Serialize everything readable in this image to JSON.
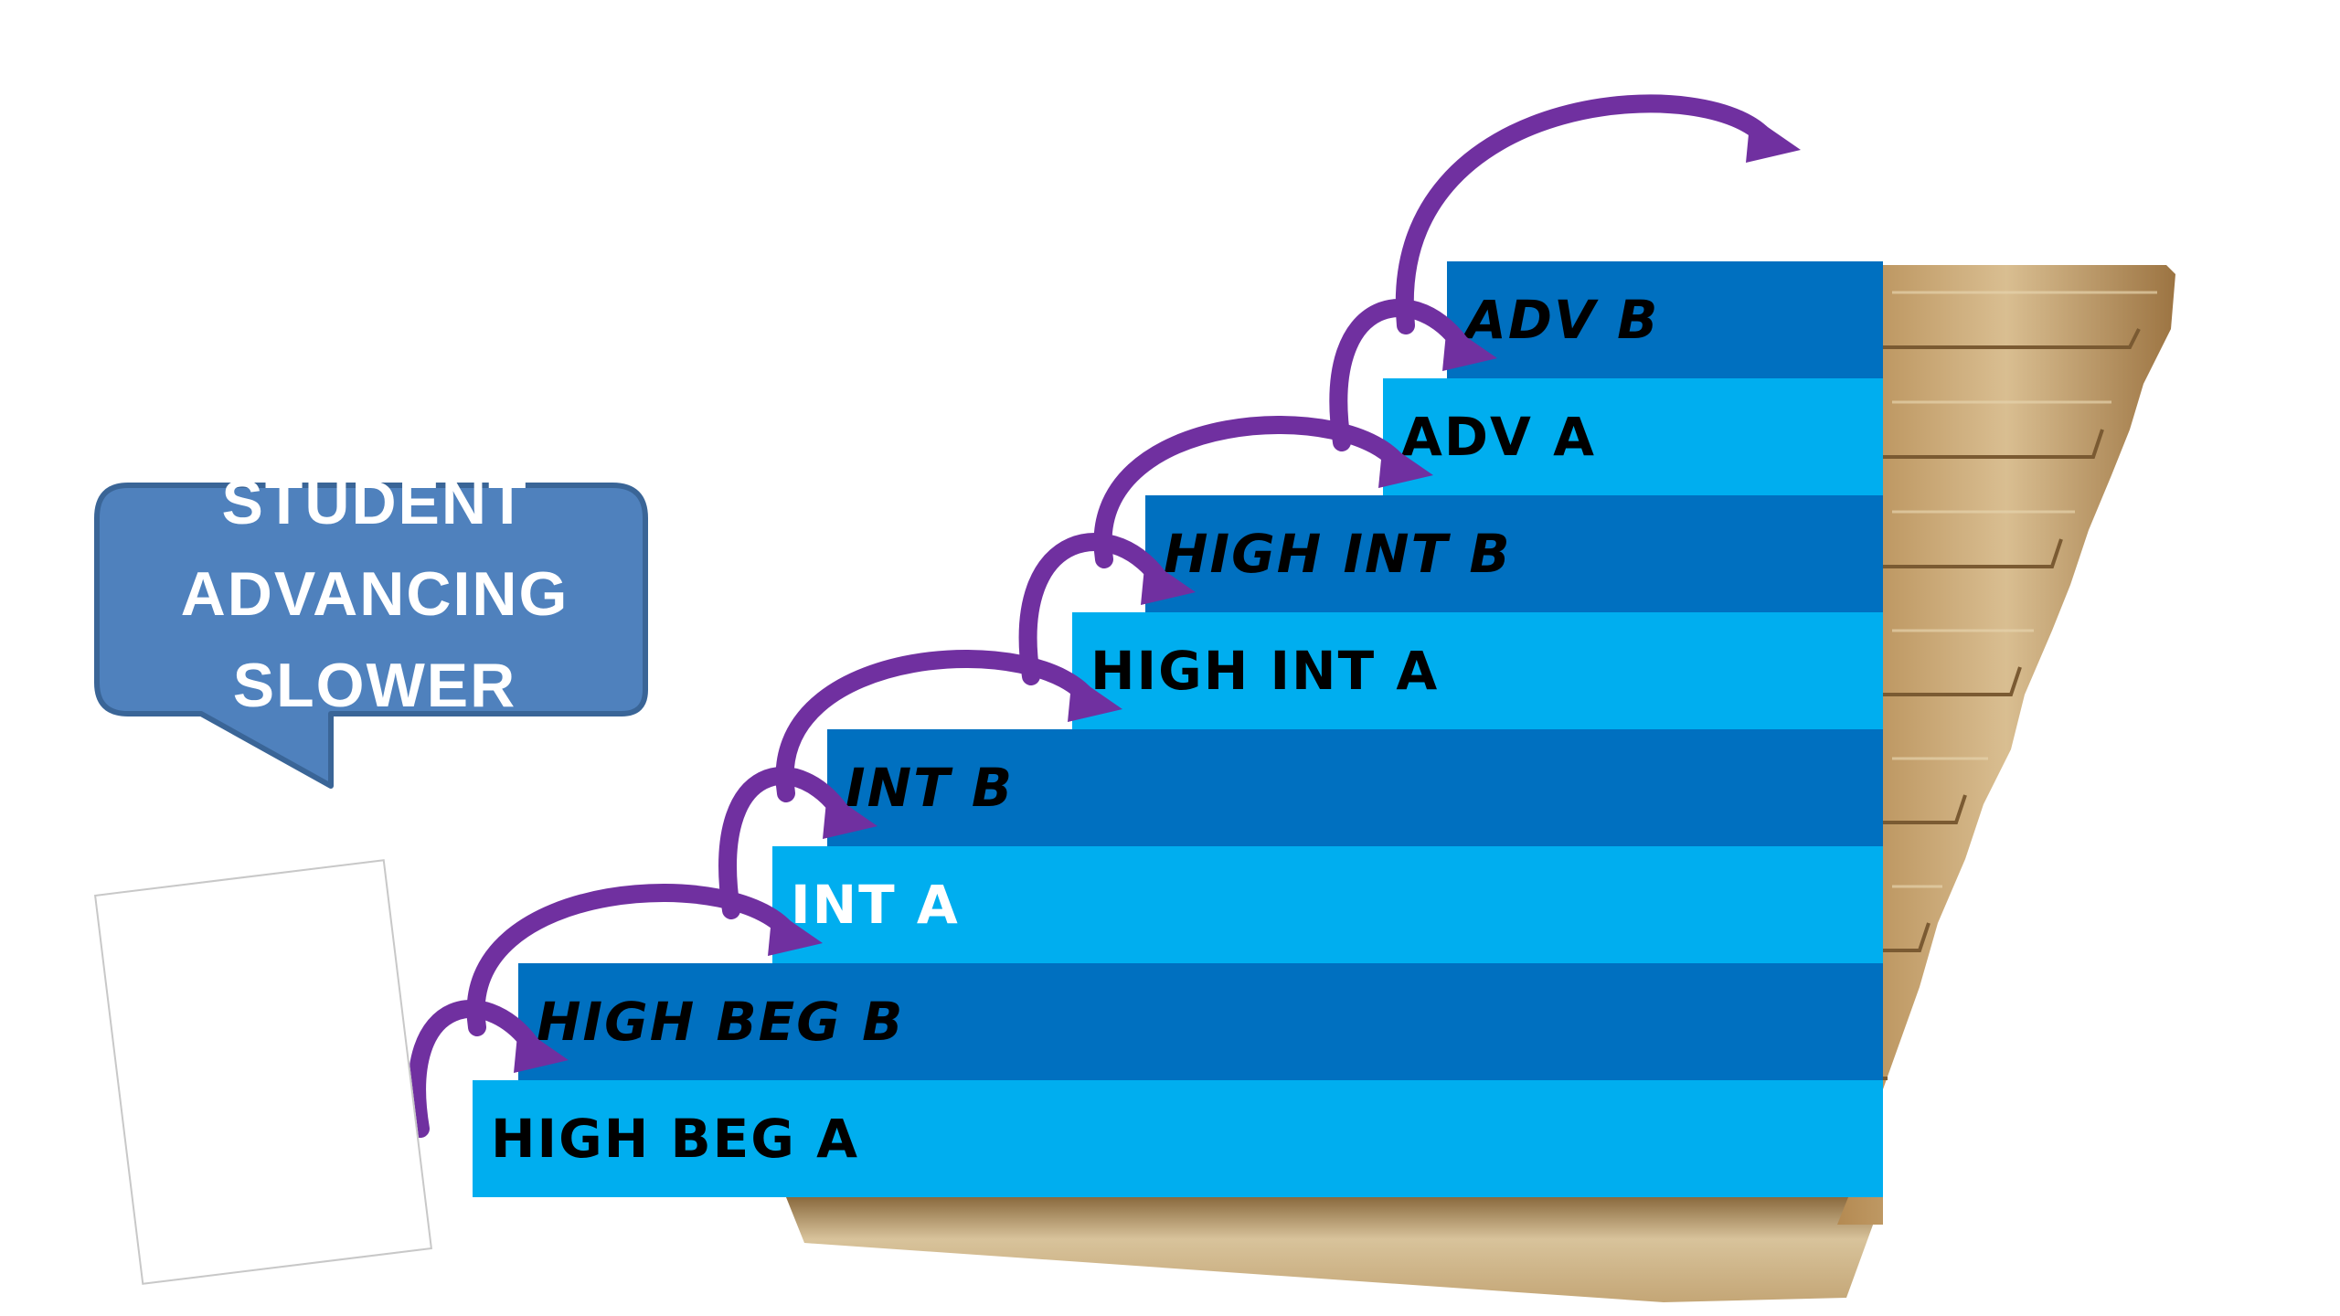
{
  "bubble": {
    "lines": [
      "STUDENT",
      "ADVANCING",
      "SLOWER"
    ],
    "fill_color": "#4f81bd",
    "text_color": "#ffffff"
  },
  "steps": [
    {
      "label": "HIGH BEG A",
      "style": "light",
      "italic": false,
      "text_color": "#000000"
    },
    {
      "label": "HIGH BEG B",
      "style": "dark",
      "italic": true,
      "text_color": "#000000"
    },
    {
      "label": "INT A",
      "style": "light",
      "italic": false,
      "text_color": "#ffffff"
    },
    {
      "label": "INT B",
      "style": "dark",
      "italic": true,
      "text_color": "#000000"
    },
    {
      "label": "HIGH INT A",
      "style": "light",
      "italic": false,
      "text_color": "#000000"
    },
    {
      "label": "HIGH INT B",
      "style": "dark",
      "italic": true,
      "text_color": "#000000"
    },
    {
      "label": "ADV A",
      "style": "light",
      "italic": false,
      "text_color": "#000000"
    },
    {
      "label": "ADV B",
      "style": "dark",
      "italic": true,
      "text_color": "#000000"
    }
  ],
  "colors": {
    "light_step": "#00aeef",
    "dark_step": "#0070c0",
    "arrow": "#7030a0",
    "wood": "#c9a877"
  },
  "icons": [
    "curved-arrow-icon"
  ]
}
